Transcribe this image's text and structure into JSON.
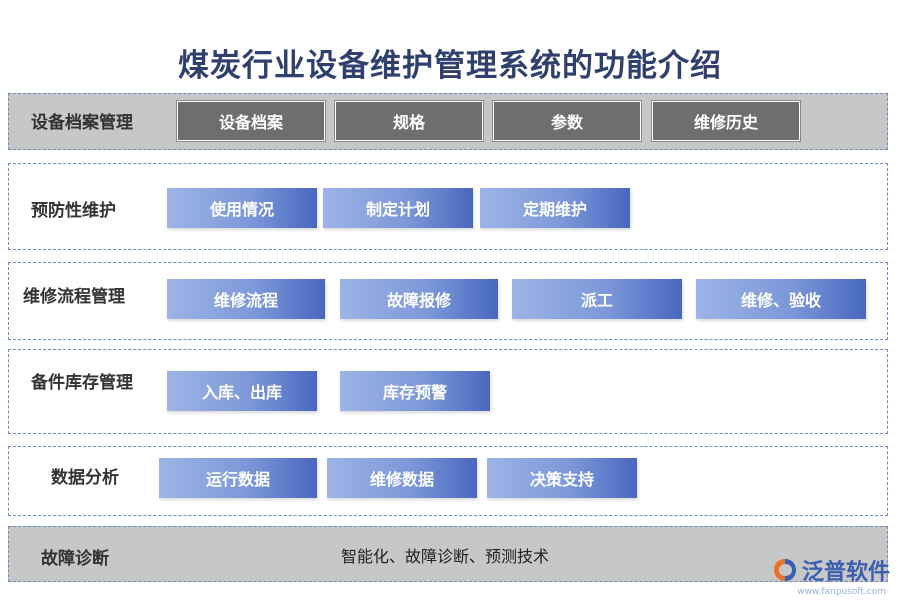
{
  "title": "煤炭行业设备维护管理系统的功能介绍",
  "sections": [
    {
      "label": "设备档案管理",
      "items": [
        "设备档案",
        "规格",
        "参数",
        "维修历史"
      ]
    },
    {
      "label": "预防性维护",
      "items": [
        "使用情况",
        "制定计划",
        "定期维护"
      ]
    },
    {
      "label": "维修流程管理",
      "items": [
        "维修流程",
        "故障报修",
        "派工",
        "维修、验收"
      ]
    },
    {
      "label": "备件库存管理",
      "items": [
        "入库、出库",
        "库存预警"
      ]
    },
    {
      "label": "数据分析",
      "items": [
        "运行数据",
        "维修数据",
        "决策支持"
      ]
    },
    {
      "label": "故障诊断",
      "text": "智能化、故障诊断、预测技术"
    }
  ],
  "logo": {
    "name": "泛普软件",
    "url": "www.fanpusoft.com",
    "icon": "fanpu-logo-icon"
  },
  "colors": {
    "title": "#2f3f6e",
    "dark_box": "#6e6e6e",
    "blue_start": "#9db4e6",
    "blue_end": "#4868bf",
    "gray_band": "#c7c7c7"
  }
}
